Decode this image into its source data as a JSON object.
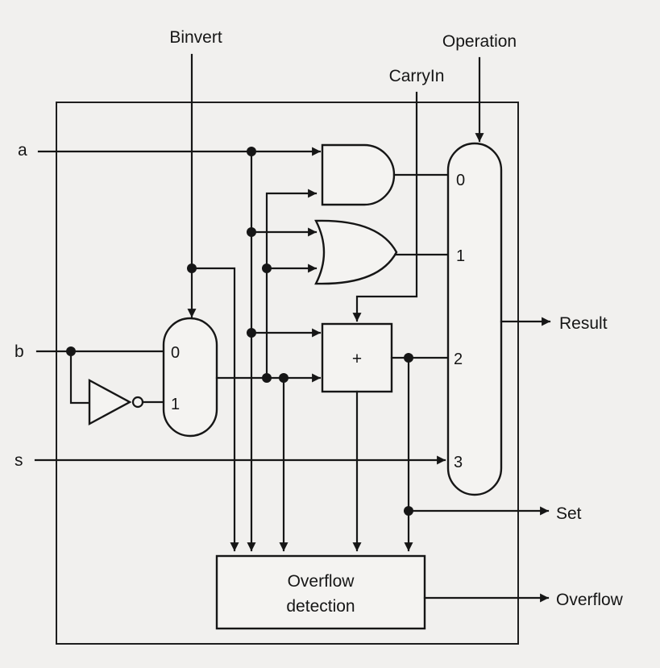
{
  "diagram": {
    "control_inputs": {
      "binvert": "Binvert",
      "carryin": "CarryIn",
      "operation": "Operation"
    },
    "data_inputs": {
      "a": "a",
      "b": "b",
      "less": "s"
    },
    "outputs": {
      "result": "Result",
      "set": "Set",
      "overflow": "Overflow"
    },
    "b_mux": {
      "in0": "0",
      "in1": "1"
    },
    "result_mux": {
      "in0": "0",
      "in1": "1",
      "in2": "2",
      "in3": "3"
    },
    "adder": {
      "symbol": "+"
    },
    "overflow_block": {
      "line1": "Overflow",
      "line2": "detection"
    }
  }
}
